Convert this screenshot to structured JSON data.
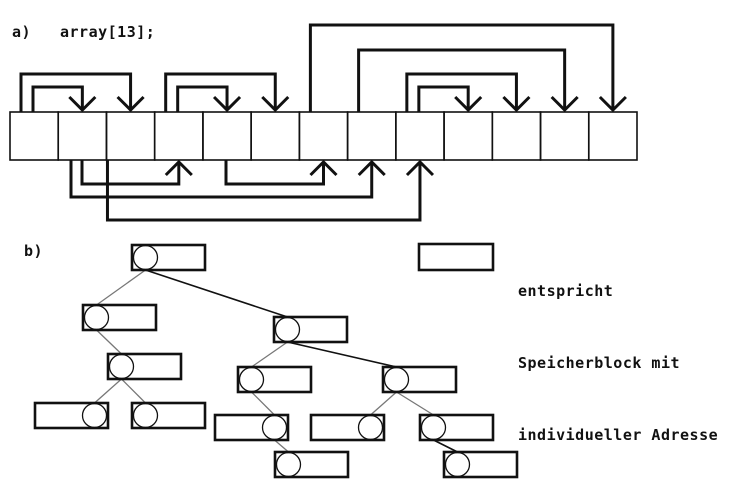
{
  "part_a": {
    "label": "a)",
    "code": "array[13];",
    "cell_count": 13,
    "links_above": [
      {
        "from": 0,
        "to": 2,
        "level": 2
      },
      {
        "from": 0,
        "to": 1,
        "level": 1
      },
      {
        "from": 3,
        "to": 5,
        "level": 2
      },
      {
        "from": 3,
        "to": 4,
        "level": 1
      },
      {
        "from": 6,
        "to": 12,
        "level": 5
      },
      {
        "from": 7,
        "to": 11,
        "level": 4
      },
      {
        "from": 8,
        "to": 10,
        "level": 2
      },
      {
        "from": 8,
        "to": 9,
        "level": 1
      }
    ],
    "links_below": [
      {
        "from": 1,
        "to": 3,
        "level": 1
      },
      {
        "from": 1,
        "to": 7,
        "level": 2
      },
      {
        "from": 4,
        "to": 6,
        "level": 1
      },
      {
        "from": 2,
        "to": 8,
        "level": 3
      }
    ]
  },
  "part_b": {
    "label": "b)",
    "nodes": [
      {
        "id": "root",
        "circle": "left"
      },
      {
        "id": "l1",
        "circle": "left"
      },
      {
        "id": "l2",
        "circle": "left"
      },
      {
        "id": "l3a",
        "circle": "right"
      },
      {
        "id": "l3b",
        "circle": "left"
      },
      {
        "id": "r1",
        "circle": "left"
      },
      {
        "id": "r2a",
        "circle": "left"
      },
      {
        "id": "r2b",
        "circle": "left"
      },
      {
        "id": "r3a",
        "circle": "right"
      },
      {
        "id": "r3b",
        "circle": "right"
      },
      {
        "id": "r3c",
        "circle": "left"
      },
      {
        "id": "r4a",
        "circle": "left"
      },
      {
        "id": "r4b",
        "circle": "left"
      }
    ],
    "edges": [
      [
        "root",
        "l1"
      ],
      [
        "root",
        "r1"
      ],
      [
        "l1",
        "l2"
      ],
      [
        "l2",
        "l3a"
      ],
      [
        "l2",
        "l3b"
      ],
      [
        "r1",
        "r2a"
      ],
      [
        "r1",
        "r2b"
      ],
      [
        "r2a",
        "r3a"
      ],
      [
        "r3a",
        "r4a"
      ],
      [
        "r2b",
        "r3b"
      ],
      [
        "r2b",
        "r3c"
      ],
      [
        "r3c",
        "r4b"
      ]
    ]
  },
  "legend": {
    "lines": [
      "entspricht",
      "Speicherblock mit",
      "individueller Adresse"
    ]
  },
  "colors": {
    "ink": "#111111",
    "edge_grey": "#777777",
    "background": "#ffffff"
  }
}
